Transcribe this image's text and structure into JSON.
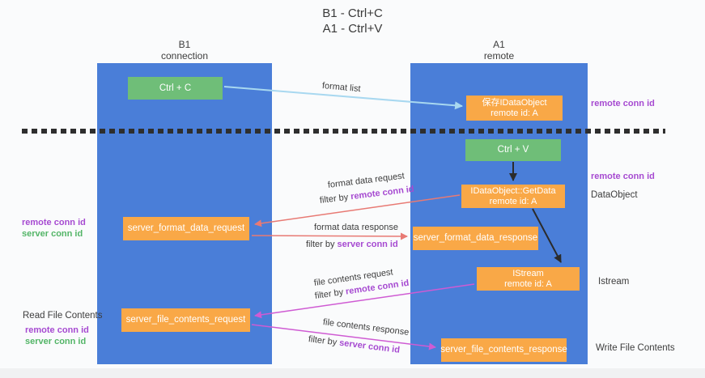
{
  "title": {
    "line1": "B1 - Ctrl+C",
    "line2": "A1 - Ctrl+V"
  },
  "lanes": {
    "left": {
      "name": "B1",
      "role": "connection"
    },
    "right": {
      "name": "A1",
      "role": "remote"
    }
  },
  "nodes": {
    "ctrl_c": {
      "label": "Ctrl + C"
    },
    "save_idataobject": {
      "line1": "保存IDataObject",
      "line2": "remote id: A"
    },
    "ctrl_v": {
      "label": "Ctrl + V"
    },
    "getdata": {
      "line1": "IDataObject::GetData",
      "line2": "remote id: A"
    },
    "server_format_data_request": {
      "label": "server_format_data_request"
    },
    "server_format_data_response": {
      "label": "server_format_data_response"
    },
    "istream": {
      "line1": "IStream",
      "line2": "remote id: A"
    },
    "server_file_contents_request": {
      "label": "server_file_contents_request"
    },
    "server_file_contents_response": {
      "label": "server_file_contents_response"
    }
  },
  "edge_labels": {
    "format_list": "format list",
    "format_data_request": "format data request",
    "format_data_response": "format data response",
    "file_contents_request": "file contents request",
    "file_contents_response": "file contents response",
    "filter_by": "filter by ",
    "remote_conn_id": "remote conn id",
    "server_conn_id": "server conn id"
  },
  "side_labels": {
    "remote_conn_id": "remote conn id",
    "server_conn_id": "server conn id",
    "dataobject": "DataObject",
    "istream": "Istream",
    "read_file_contents": "Read File Contents",
    "write_file_contents": "Write File Contents"
  },
  "colors": {
    "lane_blue": "#4a7ed8",
    "box_green": "#6fbe78",
    "box_orange": "#f9a847",
    "text_purple": "#a64ad1",
    "text_green": "#53b567",
    "arrow_red": "#e87a74",
    "arrow_pink": "#cf5bd3",
    "arrow_blue": "#a8d8f0",
    "arrow_black": "#2b2b2b"
  }
}
